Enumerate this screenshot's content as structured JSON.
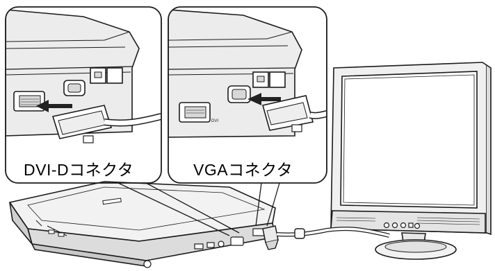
{
  "callouts": {
    "dvi_label": "DVI-Dコネクタ",
    "vga_label": "VGAコネクタ"
  },
  "port_markings": {
    "dvi": "DVI"
  },
  "colors": {
    "line": "#1a1a1a",
    "device_fill": "#ececec",
    "device_shade": "#d6d6d6",
    "arrow": "#222222"
  }
}
